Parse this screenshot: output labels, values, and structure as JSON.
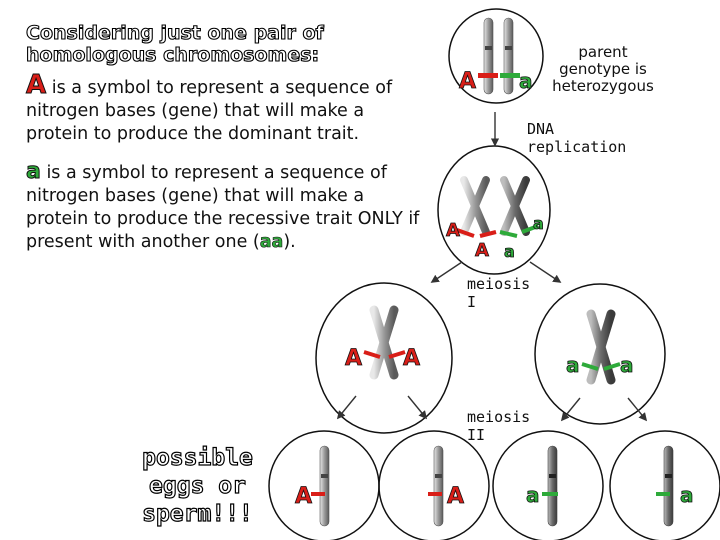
{
  "heading": [
    "Considering just one pair of",
    "homologous chromosomes:"
  ],
  "dominant_symbol": "A",
  "dominant_text": "is a symbol to represent a sequence of nitrogen bases (gene) that will make a protein to produce the dominant trait.",
  "recessive_symbol": "a",
  "recessive_text": "is a symbol to represent a sequence of nitrogen bases (gene) that will make a protein to produce the recessive trait ONLY if present with another one (",
  "recessive_pair": "aa",
  "recessive_close": ").",
  "parent_note": [
    "parent",
    "genotype is",
    "heterozygous"
  ],
  "replication_note": [
    "DNA",
    "replication"
  ],
  "meiosis1_note": [
    "meiosis",
    "I"
  ],
  "meiosis2_note": [
    "meiosis",
    "II"
  ],
  "possible_note": [
    "possible",
    "eggs or",
    "sperm!!!"
  ],
  "labels": {
    "parent_left": "A",
    "parent_right": "a",
    "rep_left_1": "A",
    "rep_left_2": "A",
    "rep_right_1": "a",
    "rep_right_2": "a",
    "m1_left_1": "A",
    "m1_left_2": "A",
    "m1_right_1": "a",
    "m1_right_2": "a",
    "gamete_1": "A",
    "gamete_2": "A",
    "gamete_3": "a",
    "gamete_4": "a"
  },
  "colors": {
    "dominant": "#d91e18",
    "recessive": "#2eaa3a",
    "chromosome": "#9a9a9a"
  }
}
